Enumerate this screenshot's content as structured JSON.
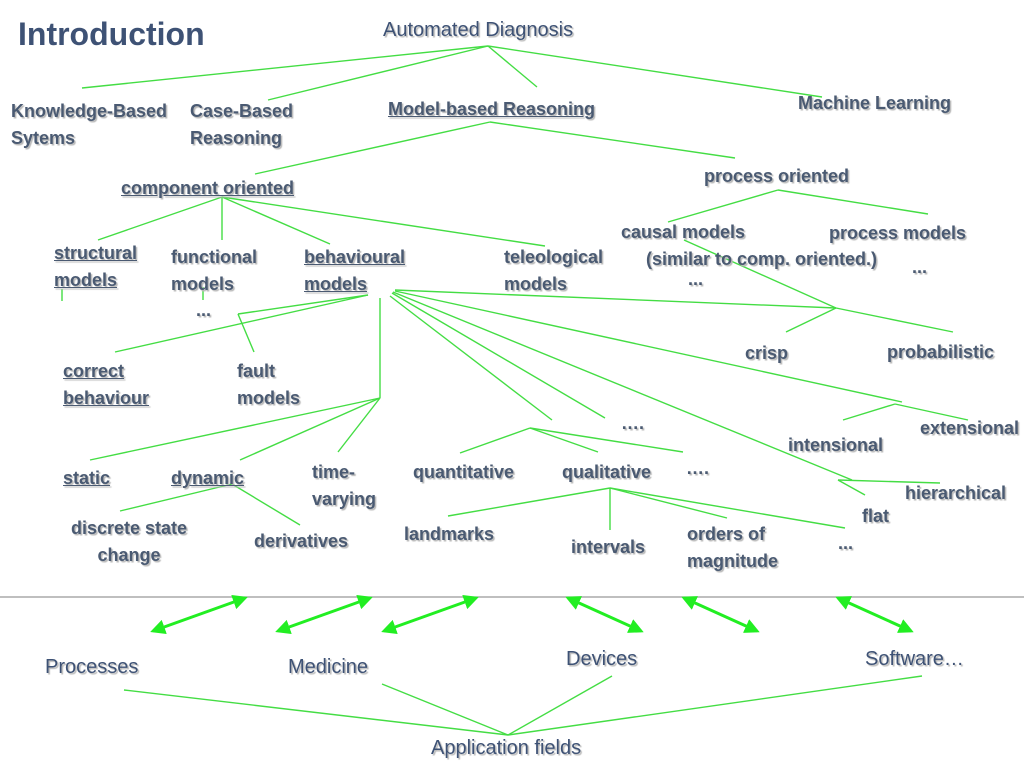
{
  "title": "Introduction",
  "colors": {
    "line": "#44dd44",
    "arrow": "#22ee22",
    "text": "#4a5a72",
    "divider": "#999999"
  },
  "nodes": {
    "root": "Automated Diagnosis",
    "kbs": "Knowledge-Based\nSytems",
    "cbr": "Case-Based\nReasoning",
    "mbr": "Model-based Reasoning",
    "ml": "Machine Learning",
    "component": "component oriented",
    "process": "process oriented",
    "causal": "causal models",
    "causal_note": "(similar to comp. oriented.)",
    "causal_more": "...",
    "process_models": "process models",
    "process_more": "...",
    "structural": "structural\nmodels",
    "functional": "functional\nmodels",
    "functional_more": "...",
    "behavioural": "behavioural\nmodels",
    "teleological": "teleological\nmodels",
    "crisp": "crisp",
    "probabilistic": "probabilistic",
    "correct": "correct\nbehaviour",
    "fault": "fault\nmodels",
    "more1": "….",
    "more2": "….",
    "intensional": "intensional",
    "extensional": "extensional",
    "hierarchical": "hierarchical",
    "flat": "flat",
    "static": "static",
    "dynamic": "dynamic",
    "time": "time-\nvarying",
    "quantitative": "quantitative",
    "qualitative": "qualitative",
    "discrete": "discrete state\nchange",
    "derivatives": "derivatives",
    "landmarks": "landmarks",
    "intervals": "intervals",
    "orders": "orders of\nmagnitude",
    "qual_more": "...",
    "processes": "Processes",
    "medicine": "Medicine",
    "devices": "Devices",
    "software": "Software…",
    "apps": "Application fields"
  }
}
